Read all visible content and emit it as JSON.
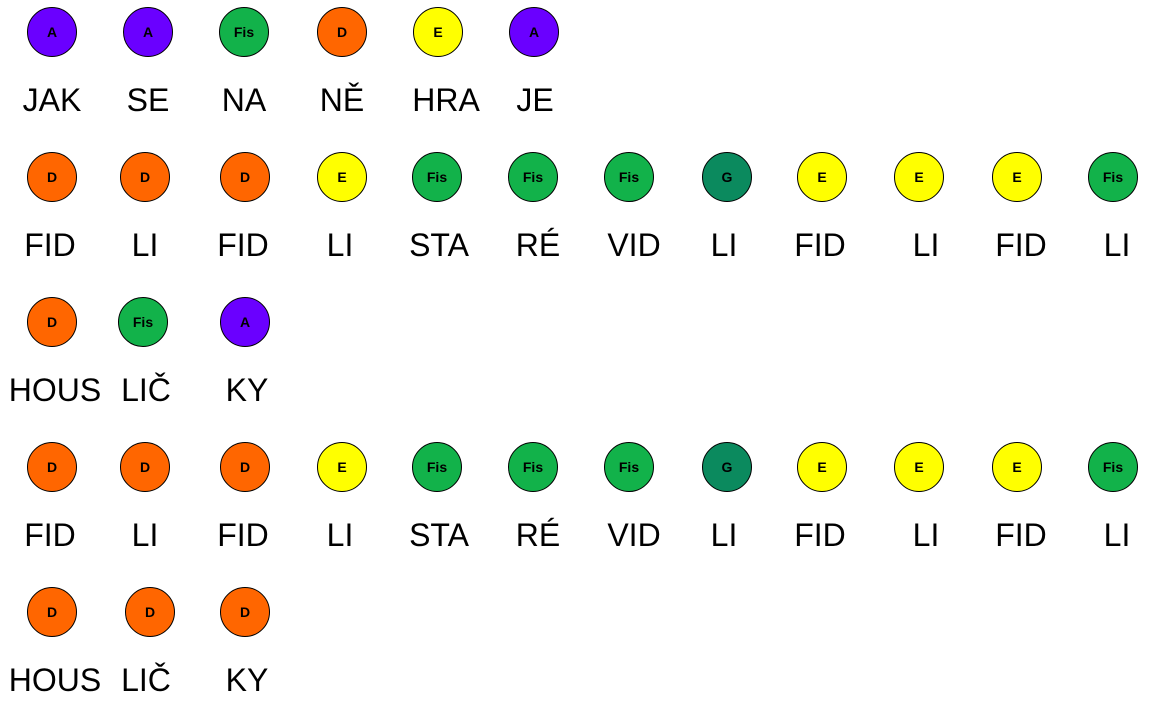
{
  "colors": {
    "A": "#6a00ff",
    "Fis": "#12b24a",
    "D": "#ff6600",
    "E": "#ffff00",
    "G": "#0b8a5e"
  },
  "text_colors": {
    "A": "#000000",
    "Fis": "#000000",
    "D": "#000000",
    "E": "#000000",
    "G": "#000000"
  },
  "lines": [
    {
      "notes": [
        {
          "note": "A",
          "syllable": "JAK"
        },
        {
          "note": "A",
          "syllable": "SE"
        },
        {
          "note": "Fis",
          "syllable": "NA"
        },
        {
          "note": "D",
          "syllable": "NĚ"
        },
        {
          "note": "E",
          "syllable": "HRA"
        },
        {
          "note": "A",
          "syllable": "JE"
        }
      ]
    },
    {
      "notes": [
        {
          "note": "D",
          "syllable": "FID"
        },
        {
          "note": "D",
          "syllable": "LI"
        },
        {
          "note": "D",
          "syllable": "FID"
        },
        {
          "note": "E",
          "syllable": "LI"
        },
        {
          "note": "Fis",
          "syllable": "STA"
        },
        {
          "note": "Fis",
          "syllable": "RÉ"
        },
        {
          "note": "Fis",
          "syllable": "VID"
        },
        {
          "note": "G",
          "syllable": "LI"
        },
        {
          "note": "E",
          "syllable": "FID"
        },
        {
          "note": "E",
          "syllable": "LI"
        },
        {
          "note": "E",
          "syllable": "FID"
        },
        {
          "note": "Fis",
          "syllable": "LI"
        }
      ]
    },
    {
      "notes": [
        {
          "note": "D",
          "syllable": "HOUS"
        },
        {
          "note": "Fis",
          "syllable": "LIČ"
        },
        {
          "note": "A",
          "syllable": "KY"
        }
      ]
    },
    {
      "notes": [
        {
          "note": "D",
          "syllable": "FID"
        },
        {
          "note": "D",
          "syllable": "LI"
        },
        {
          "note": "D",
          "syllable": "FID"
        },
        {
          "note": "E",
          "syllable": "LI"
        },
        {
          "note": "Fis",
          "syllable": "STA"
        },
        {
          "note": "Fis",
          "syllable": "RÉ"
        },
        {
          "note": "Fis",
          "syllable": "VID"
        },
        {
          "note": "G",
          "syllable": "LI"
        },
        {
          "note": "E",
          "syllable": "FID"
        },
        {
          "note": "E",
          "syllable": "LI"
        },
        {
          "note": "E",
          "syllable": "FID"
        },
        {
          "note": "Fis",
          "syllable": "LI"
        }
      ]
    },
    {
      "notes": [
        {
          "note": "D",
          "syllable": "HOUS"
        },
        {
          "note": "D",
          "syllable": "LIČ"
        },
        {
          "note": "D",
          "syllable": "KY"
        }
      ]
    }
  ]
}
